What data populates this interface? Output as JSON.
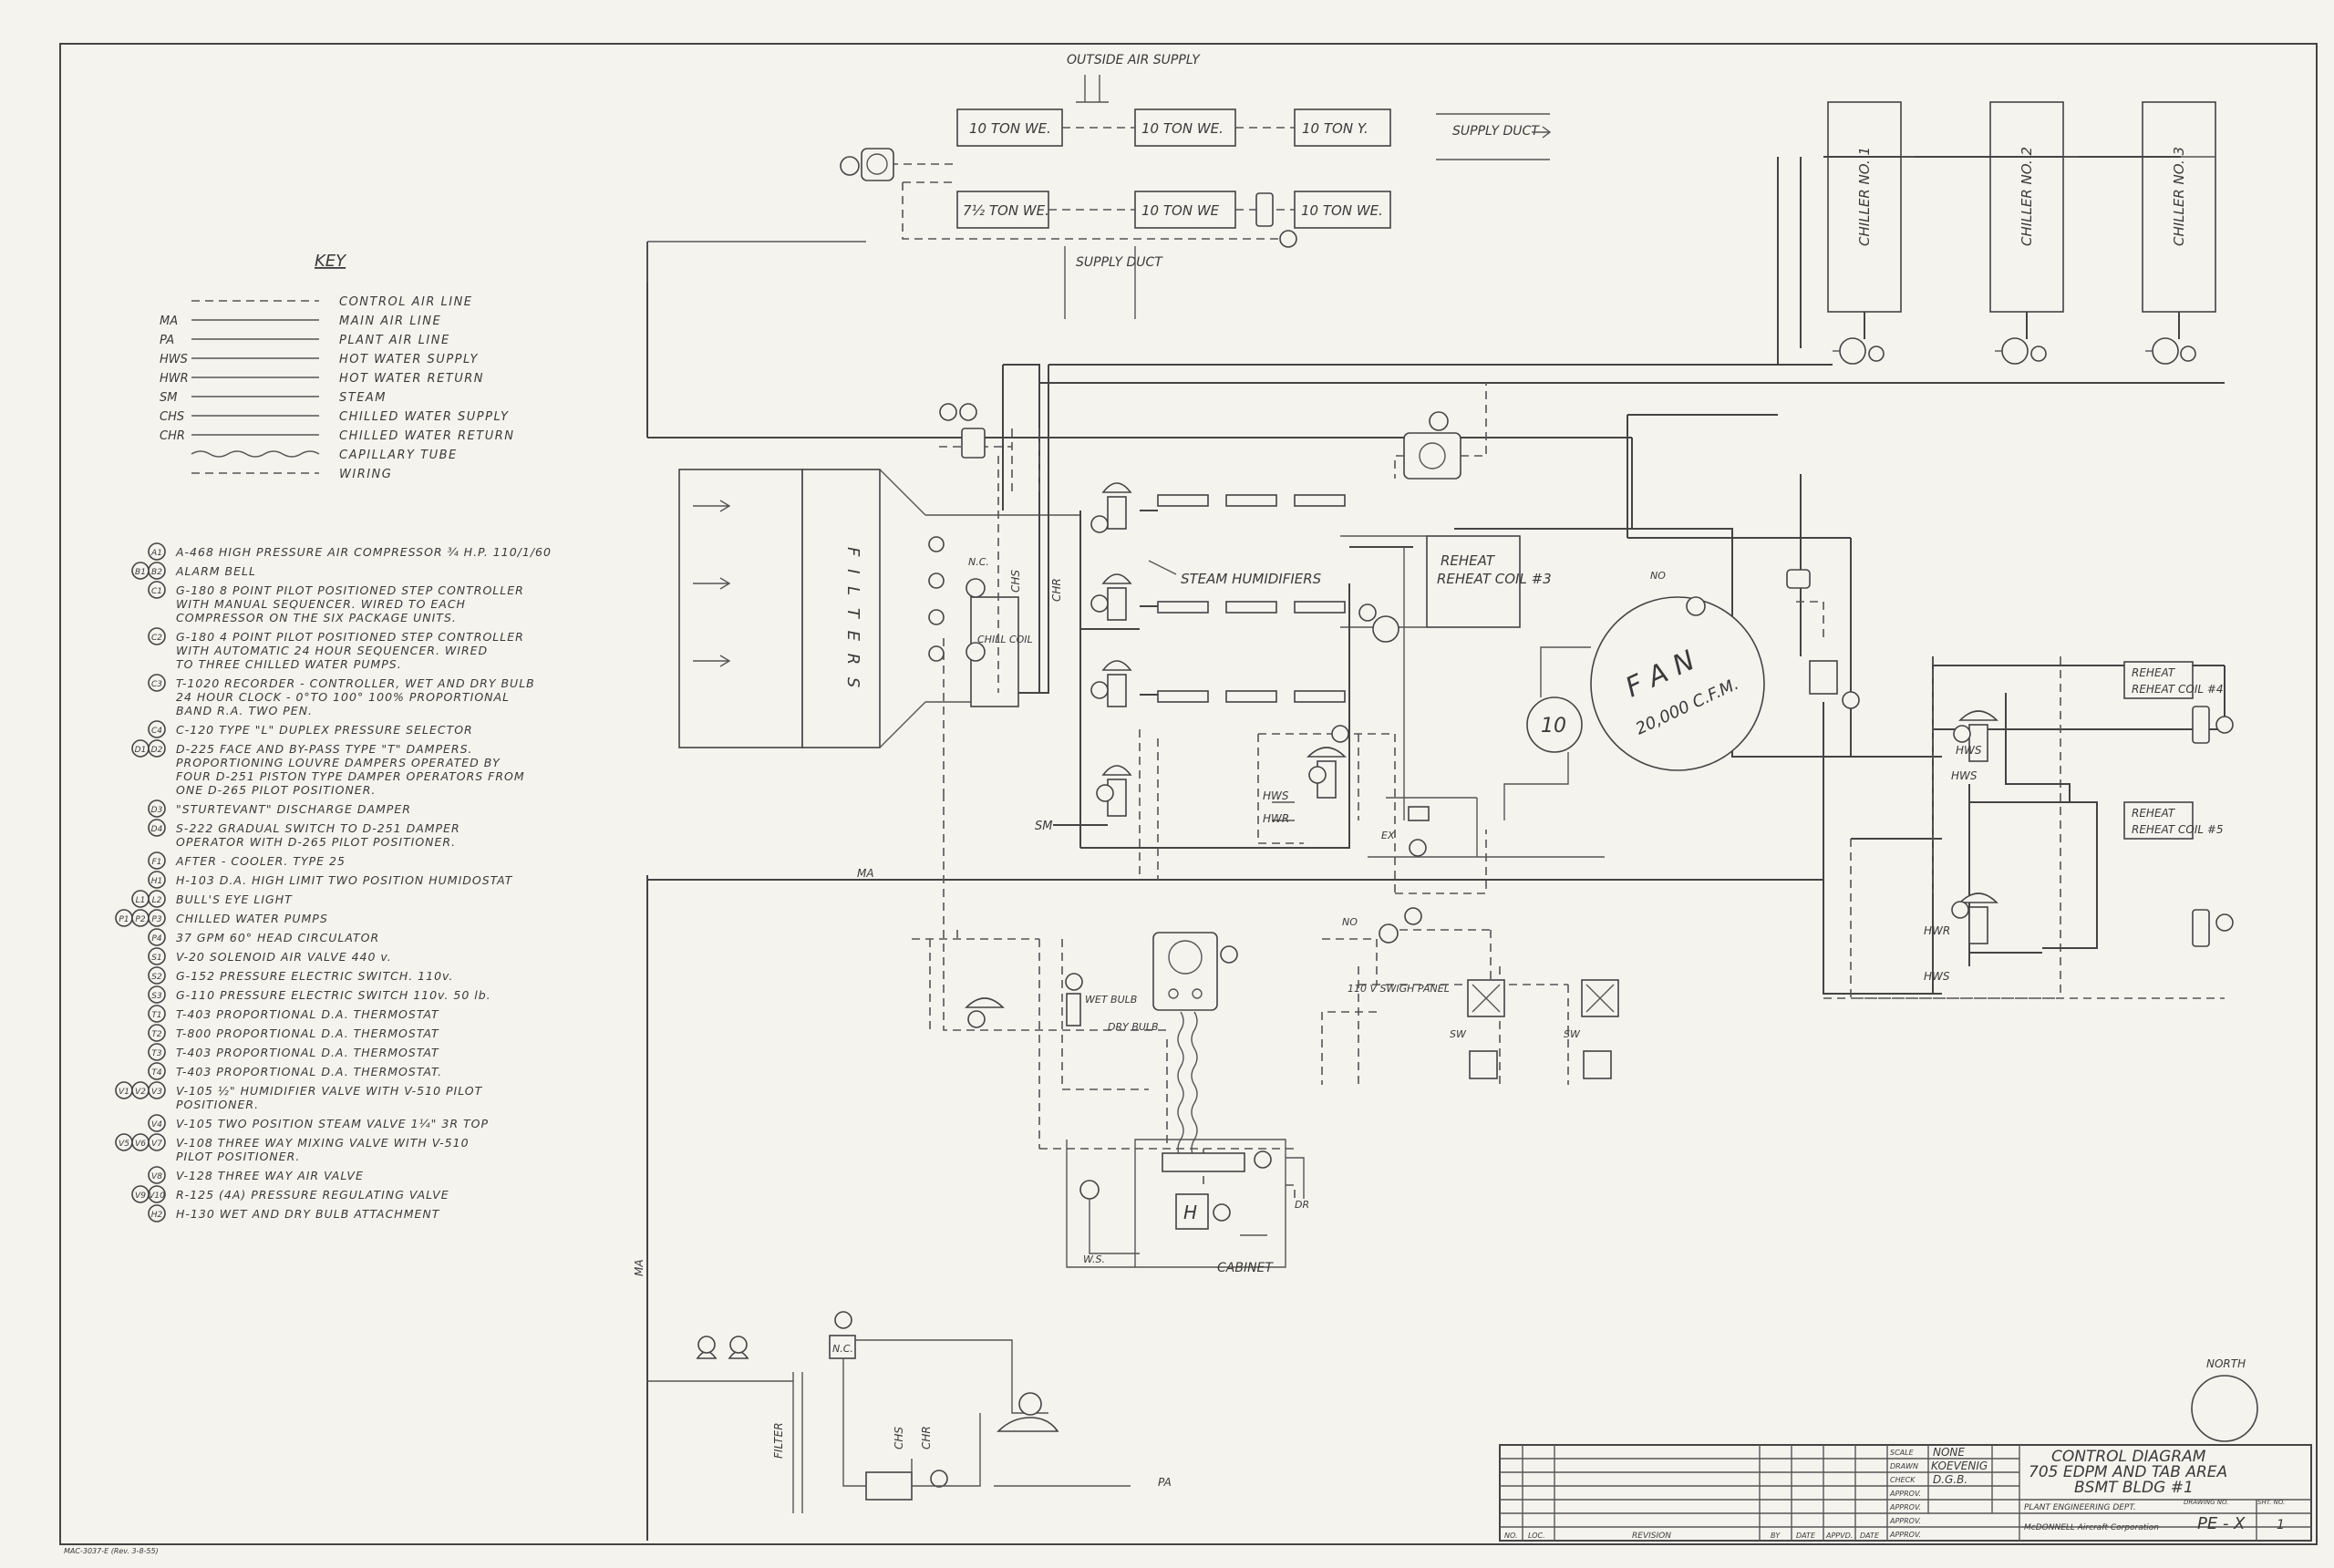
{
  "key": {
    "title": "KEY",
    "lines": [
      {
        "abbr": "",
        "label": "CONTROL AIR LINE",
        "style": "dash"
      },
      {
        "abbr": "MA",
        "label": "MAIN AIR LINE",
        "style": "solid"
      },
      {
        "abbr": "PA",
        "label": "PLANT AIR LINE",
        "style": "solid"
      },
      {
        "abbr": "HWS",
        "label": "HOT WATER SUPPLY",
        "style": "solid"
      },
      {
        "abbr": "HWR",
        "label": "HOT WATER RETURN",
        "style": "solid"
      },
      {
        "abbr": "SM",
        "label": "STEAM",
        "style": "solid"
      },
      {
        "abbr": "CHS",
        "label": "CHILLED WATER SUPPLY",
        "style": "solid"
      },
      {
        "abbr": "CHR",
        "label": "CHILLED WATER RETURN",
        "style": "solid"
      },
      {
        "abbr": "",
        "label": "CAPILLARY TUBE",
        "style": "wave"
      },
      {
        "abbr": "",
        "label": "WIRING",
        "style": "dash"
      }
    ]
  },
  "legend": [
    {
      "tags": [
        "A1"
      ],
      "lines": [
        "A-468 HIGH PRESSURE AIR COMPRESSOR ¾ H.P. 110/1/60"
      ]
    },
    {
      "tags": [
        "B1",
        "B2"
      ],
      "lines": [
        "ALARM BELL"
      ]
    },
    {
      "tags": [
        "C1"
      ],
      "lines": [
        "G-180 8 POINT PILOT POSITIONED STEP CONTROLLER",
        "WITH MANUAL SEQUENCER. WIRED TO EACH",
        "COMPRESSOR ON THE SIX PACKAGE UNITS."
      ]
    },
    {
      "tags": [
        "C2"
      ],
      "lines": [
        "G-180 4 POINT PILOT POSITIONED STEP CONTROLLER",
        "WITH AUTOMATIC 24 HOUR SEQUENCER. WIRED",
        "TO THREE CHILLED WATER PUMPS."
      ]
    },
    {
      "tags": [
        "C3"
      ],
      "lines": [
        "T-1020 RECORDER - CONTROLLER, WET AND DRY BULB",
        "24 HOUR CLOCK - 0°TO 100° 100% PROPORTIONAL",
        "BAND R.A. TWO PEN."
      ]
    },
    {
      "tags": [
        "C4"
      ],
      "lines": [
        "C-120 TYPE \"L\" DUPLEX PRESSURE SELECTOR"
      ]
    },
    {
      "tags": [
        "D1",
        "D2"
      ],
      "lines": [
        "D-225 FACE AND BY-PASS TYPE \"T\" DAMPERS.",
        "PROPORTIONING LOUVRE DAMPERS OPERATED BY",
        "FOUR D-251 PISTON TYPE DAMPER OPERATORS FROM",
        "ONE D-265 PILOT POSITIONER."
      ]
    },
    {
      "tags": [
        "D3"
      ],
      "lines": [
        "\"STURTEVANT\" DISCHARGE DAMPER"
      ]
    },
    {
      "tags": [
        "D4"
      ],
      "lines": [
        "S-222 GRADUAL SWITCH TO D-251 DAMPER",
        "OPERATOR WITH D-265 PILOT POSITIONER."
      ]
    },
    {
      "tags": [
        "F1"
      ],
      "lines": [
        "AFTER - COOLER. TYPE 25"
      ]
    },
    {
      "tags": [
        "H1"
      ],
      "lines": [
        "H-103 D.A. HIGH LIMIT TWO POSITION HUMIDOSTAT"
      ]
    },
    {
      "tags": [
        "L1",
        "L2"
      ],
      "lines": [
        "BULL'S EYE LIGHT"
      ]
    },
    {
      "tags": [
        "P1",
        "P2",
        "P3"
      ],
      "lines": [
        "CHILLED WATER PUMPS"
      ]
    },
    {
      "tags": [
        "P4"
      ],
      "lines": [
        "37 GPM 60° HEAD CIRCULATOR"
      ]
    },
    {
      "tags": [
        "S1"
      ],
      "lines": [
        "V-20 SOLENOID AIR VALVE 440 v."
      ]
    },
    {
      "tags": [
        "S2"
      ],
      "lines": [
        "G-152 PRESSURE ELECTRIC SWITCH. 110v."
      ]
    },
    {
      "tags": [
        "S3"
      ],
      "lines": [
        "G-110 PRESSURE ELECTRIC SWITCH 110v. 50 lb."
      ]
    },
    {
      "tags": [
        "T1"
      ],
      "lines": [
        "T-403 PROPORTIONAL D.A. THERMOSTAT"
      ]
    },
    {
      "tags": [
        "T2"
      ],
      "lines": [
        "T-800 PROPORTIONAL D.A. THERMOSTAT"
      ]
    },
    {
      "tags": [
        "T3"
      ],
      "lines": [
        "T-403 PROPORTIONAL D.A. THERMOSTAT"
      ]
    },
    {
      "tags": [
        "T4"
      ],
      "lines": [
        "T-403 PROPORTIONAL D.A. THERMOSTAT."
      ]
    },
    {
      "tags": [
        "V1",
        "V2",
        "V3"
      ],
      "lines": [
        "V-105 ½\" HUMIDIFIER VALVE WITH V-510 PILOT",
        "POSITIONER."
      ]
    },
    {
      "tags": [
        "V4"
      ],
      "lines": [
        "V-105 TWO POSITION STEAM VALVE 1¼\" 3R TOP"
      ]
    },
    {
      "tags": [
        "V5",
        "V6",
        "V7"
      ],
      "lines": [
        "V-108 THREE WAY MIXING VALVE WITH V-510",
        "PILOT POSITIONER."
      ]
    },
    {
      "tags": [
        "V8"
      ],
      "lines": [
        "V-128 THREE WAY AIR VALVE"
      ]
    },
    {
      "tags": [
        "V9",
        "V10"
      ],
      "lines": [
        "R-125 (4A) PRESSURE REGULATING VALVE"
      ]
    },
    {
      "tags": [
        "H2"
      ],
      "lines": [
        "H-130 WET AND DRY BULB ATTACHMENT"
      ]
    }
  ],
  "package_units": {
    "outside_air": "OUTSIDE AIR SUPPLY",
    "units": [
      "10 TON WE.",
      "10 TON WE.",
      "10 TON Y.",
      "7½ TON WE.",
      "10 TON WE",
      "10 TON WE."
    ],
    "supply_duct_right": "SUPPLY DUCT",
    "supply_duct_bottom": "SUPPLY DUCT"
  },
  "chillers": [
    "CHILLER NO. 1",
    "CHILLER NO. 2",
    "CHILLER NO. 3"
  ],
  "labels": {
    "filters": "F I L T E R S",
    "chill_coil": "CHILL COIL",
    "steam_humidifiers": "STEAM HUMIDIFIERS",
    "reheat3": "REHEAT COIL #3",
    "reheat4": "REHEAT COIL #4",
    "reheat5": "REHEAT COIL #5",
    "fan": "F A N",
    "fan_cfm": "20,000 C.F.M.",
    "fan_no": "10",
    "chs": "CHS",
    "chr": "CHR",
    "ma": "MA",
    "pa": "PA",
    "sm": "SM",
    "hws": "HWS",
    "hwr": "HWR",
    "wet_bulb": "WET BULB",
    "dry_bulb": "DRY BULB",
    "cabinet": "CABINET",
    "ws": "W.S.",
    "dr": "DR",
    "filter": "FILTER",
    "sw": "SW",
    "nc": "N.C.",
    "no": "NO",
    "ex": "EX",
    "power": "110 V SWIGH PANEL",
    "north": "NORTH"
  },
  "title_block": {
    "scale_label": "SCALE",
    "scale": "NONE",
    "drawn_label": "DRAWN",
    "drawn": "KOEVENIG",
    "check_label": "CHECK",
    "check": "D.G.B.",
    "approv_label": "APPROV.",
    "title": [
      "CONTROL DIAGRAM",
      "705 EDPM AND TAB AREA",
      "BSMT BLDG #1"
    ],
    "drawing_no_label": "DRAWING NO.",
    "drawing_no": "PE - X",
    "sht_label": "SHT. NO.",
    "sht": "1",
    "dept": "PLANT ENGINEERING DEPT.",
    "company": "McDONNELL Aircraft Corporation",
    "rev_cols": [
      "NO.",
      "LOC.",
      "REVISION",
      "BY",
      "DATE",
      "APPVD.",
      "DATE"
    ]
  },
  "form_no": "MAC-3037-E (Rev. 3-8-55)"
}
